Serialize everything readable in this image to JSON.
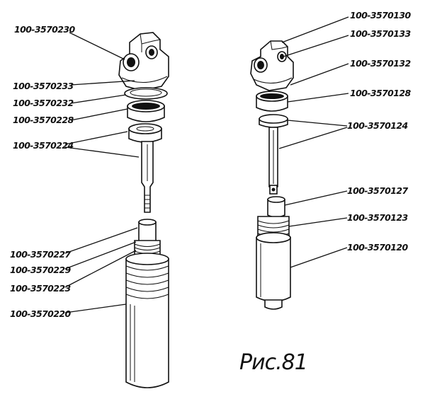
{
  "left_assembly": {
    "labels": [
      "100-3570230",
      "100-3570233",
      "100-3570232",
      "100-3570228",
      "100-3570224",
      "100-3570227",
      "100-3570229",
      "100-3570223",
      "100-3570220"
    ]
  },
  "right_assembly": {
    "labels": [
      "100-3570130",
      "100-3570133",
      "100-3570132",
      "100-3570128",
      "100-3570124",
      "100-3570127",
      "100-3570123",
      "100-3570120"
    ]
  },
  "caption": "Рис.81"
}
